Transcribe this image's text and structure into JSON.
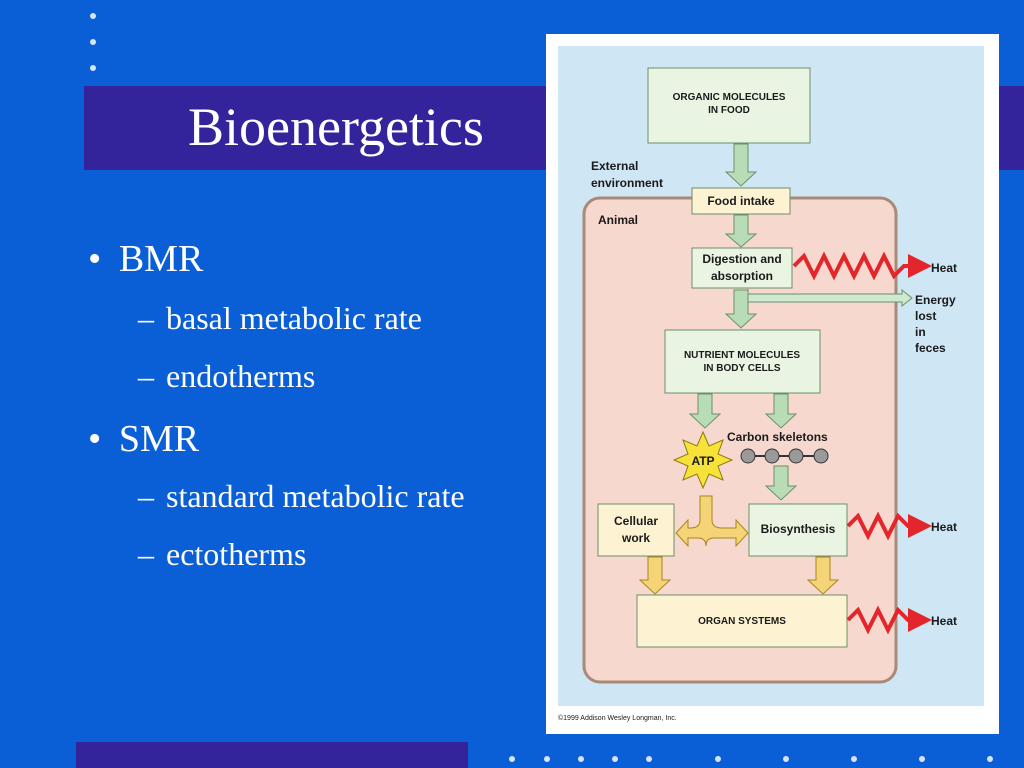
{
  "slide": {
    "title": "Bioenergetics",
    "bullets": [
      {
        "level": 1,
        "marker": "•",
        "text": "BMR"
      },
      {
        "level": 2,
        "marker": "–",
        "text": "basal metabolic rate"
      },
      {
        "level": 2,
        "marker": "–",
        "text": "endotherms"
      },
      {
        "level": 1,
        "marker": "•",
        "text": "SMR"
      },
      {
        "level": 2,
        "marker": "–",
        "text": "standard metabolic rate"
      },
      {
        "level": 2,
        "marker": "–",
        "text": "ectotherms"
      }
    ]
  },
  "diagram": {
    "organic_molecules": [
      "ORGANIC MOLECULES",
      "IN FOOD"
    ],
    "external_environment": [
      "External",
      "environment"
    ],
    "food_intake": "Food intake",
    "animal": "Animal",
    "digestion": [
      "Digestion and",
      "absorption"
    ],
    "heat": "Heat",
    "energy_lost": [
      "Energy",
      "lost",
      "in",
      "feces"
    ],
    "nutrient_molecules": [
      "NUTRIENT MOLECULES",
      "IN BODY CELLS"
    ],
    "carbon_skeletons": "Carbon skeletons",
    "atp": "ATP",
    "cellular_work": [
      "Cellular",
      "work"
    ],
    "biosynthesis": "Biosynthesis",
    "organ_systems": "ORGAN SYSTEMS",
    "copyright": "©1999 Addison Wesley Longman, Inc."
  },
  "colors": {
    "background": "#0a5fd6",
    "band": "#33249c",
    "panel": "#cfe7f4",
    "animal_fill": "#f7d8ce",
    "box_green": "#e9f4e3",
    "box_cream": "#fdf3d2",
    "arrow_green": "#b8dcb5",
    "arrow_yellow": "#f5d478",
    "heat_red": "#e3262b"
  }
}
